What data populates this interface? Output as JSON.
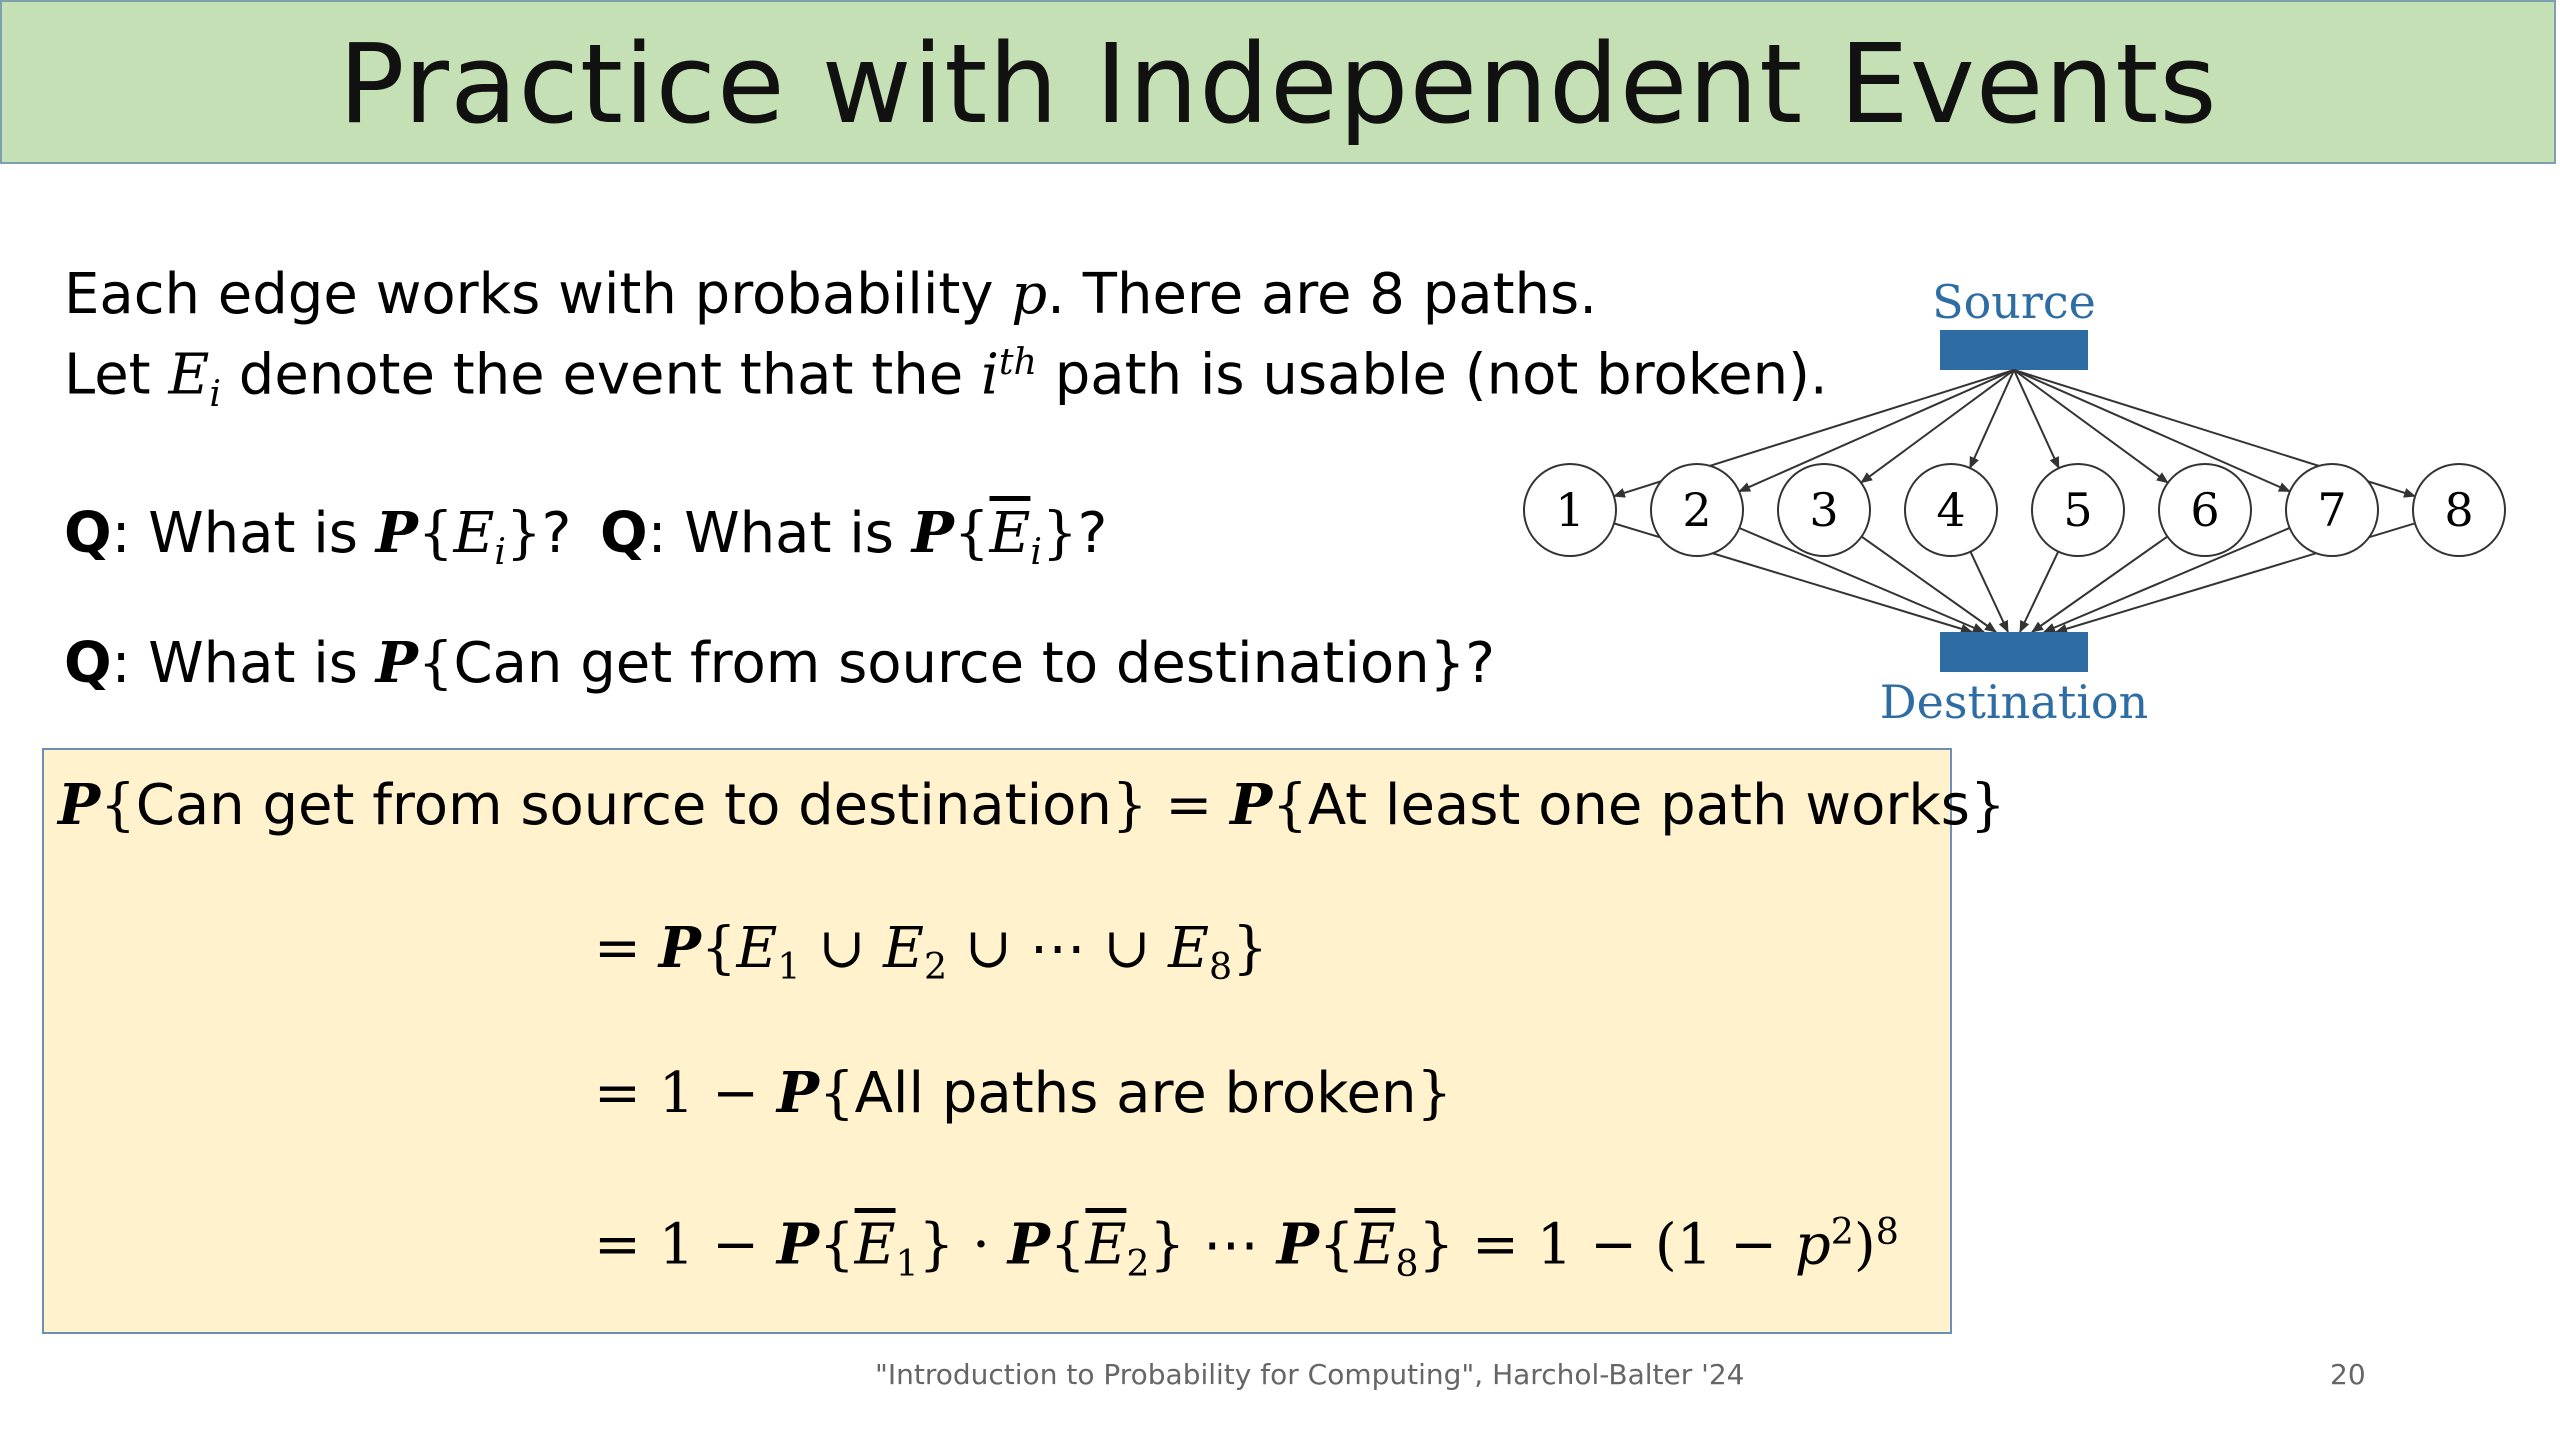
{
  "title": "Practice with Independent Events",
  "intro": {
    "line1_a": "Each edge works with probability ",
    "line1_p": "p",
    "line1_b": ". There are 8 paths.",
    "line2_a": "Let ",
    "line2_E": "E",
    "line2_i": "i",
    "line2_b": " denote the event that the ",
    "line2_ith_i": "i",
    "line2_ith_sup": "th",
    "line2_c": " path is usable (not broken)."
  },
  "questions": {
    "q_label": "Q",
    "q1_text": ": What is ",
    "q1_expr": "?",
    "q2_text": ": What is ",
    "q3_text": ": What is ",
    "q3_inner": "Can get from source to destination",
    "q3_end": "}?"
  },
  "answer": {
    "row1_left": "Can get from source to destination",
    "row1_right": "At least one path works",
    "row3_text": "All paths are broken",
    "row4_end": "= 1  − (1 − ",
    "row4_p": "p",
    "row4_sup2": "2",
    "row4_sup8": "8"
  },
  "diagram": {
    "source_label": "Source",
    "destination_label": "Destination",
    "nodes": [
      "1",
      "2",
      "3",
      "4",
      "5",
      "6",
      "7",
      "8"
    ],
    "accent_color": "#2e6da4"
  },
  "footer": {
    "citation": "\"Introduction to Probability for Computing\", Harchol-Balter '24",
    "page_number": "20"
  }
}
